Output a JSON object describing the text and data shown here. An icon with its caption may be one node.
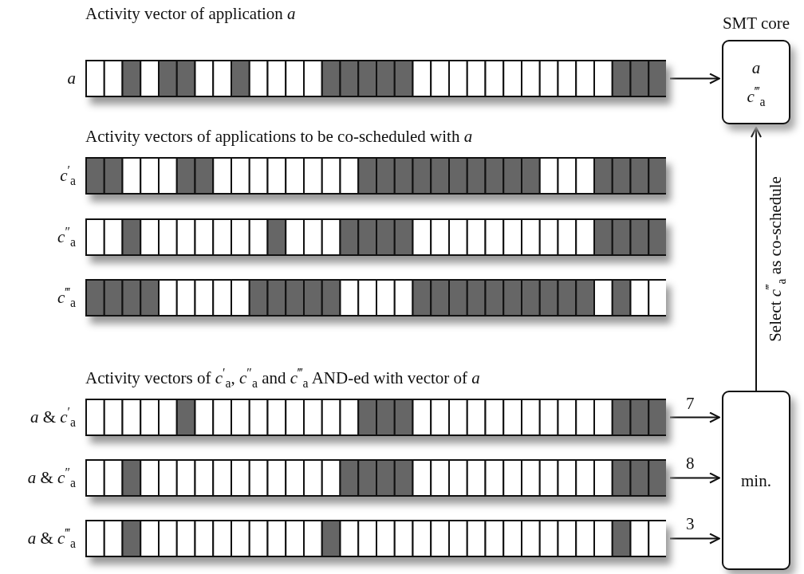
{
  "diagram": {
    "nodes": [
      {
        "text": [],
        "shape": "bar",
        "beside": [
          "*a*"
        ]
      },
      {
        "text": [
          "SMT core",
          "*a*",
          "*c*$^{‴}$$_{a}$"
        ]
      },
      {
        "text": [],
        "shape": "bar",
        "beside": [
          "*c*$^{′}$$_{a}$"
        ]
      },
      {
        "text": [],
        "shape": "bar",
        "beside": [
          "*c*$^{″}$$_{a}$"
        ]
      },
      {
        "text": [],
        "shape": "bar",
        "beside": [
          "*c*$^{‴}$$_{a}$"
        ]
      },
      {
        "text": [],
        "shape": "bar",
        "beside": [
          "*a* & *c*$^{′}$$_{a}$"
        ]
      },
      {
        "text": [],
        "shape": "bar",
        "beside": [
          "*a* & *c*$^{″}$$_{a}$"
        ]
      },
      {
        "text": [],
        "shape": "bar",
        "beside": [
          "*a* & *c*$^{‴}$$_{a}$"
        ]
      },
      {
        "text": [
          "min."
        ]
      }
    ],
    "edges": [
      {
        "from": 0,
        "to": 1,
        "arrow": "to"
      },
      {
        "from": 5,
        "to": 8,
        "arrow": "to",
        "label": "7"
      },
      {
        "from": 6,
        "to": 8,
        "arrow": "to",
        "label": "8"
      },
      {
        "from": 7,
        "to": 8,
        "arrow": "to",
        "label": "3"
      },
      {
        "from": 8,
        "to": 1,
        "arrow": "to",
        "label": "Select *c*$^{‴}$$_{a}$ as co-schedule"
      }
    ],
    "labels": [
      "Activity vector of application *a*",
      "Activity vectors of applications to be co-scheduled with *a*",
      "Activity vectors of *c*$^{′}$$_{a}$, *c*$^{″}$$_{a}$ and *c*$^{‴}$$_{a}$ AND-ed with vector of *a*"
    ]
  }
}
